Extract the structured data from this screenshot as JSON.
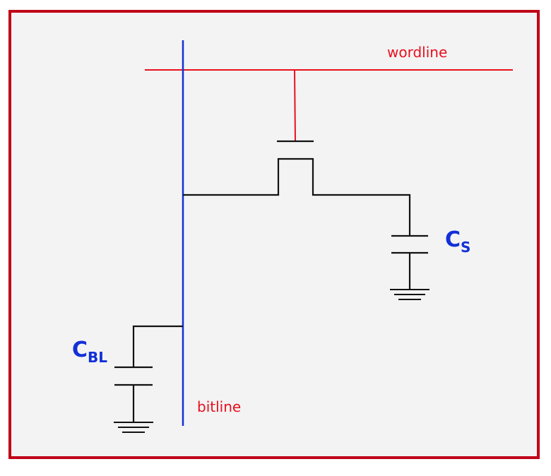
{
  "labels": {
    "wordline": "wordline",
    "bitline": "bitline",
    "storage_cap_main": "C",
    "storage_cap_sub": "S",
    "bitline_cap_main": "C",
    "bitline_cap_sub": "BL"
  },
  "colors": {
    "frame": "#c00018",
    "background": "#f3f3f3",
    "wordline": "#e8101e",
    "bitline": "#1230d8",
    "circuit": "#111111",
    "capacitor_label": "#1230d8"
  }
}
